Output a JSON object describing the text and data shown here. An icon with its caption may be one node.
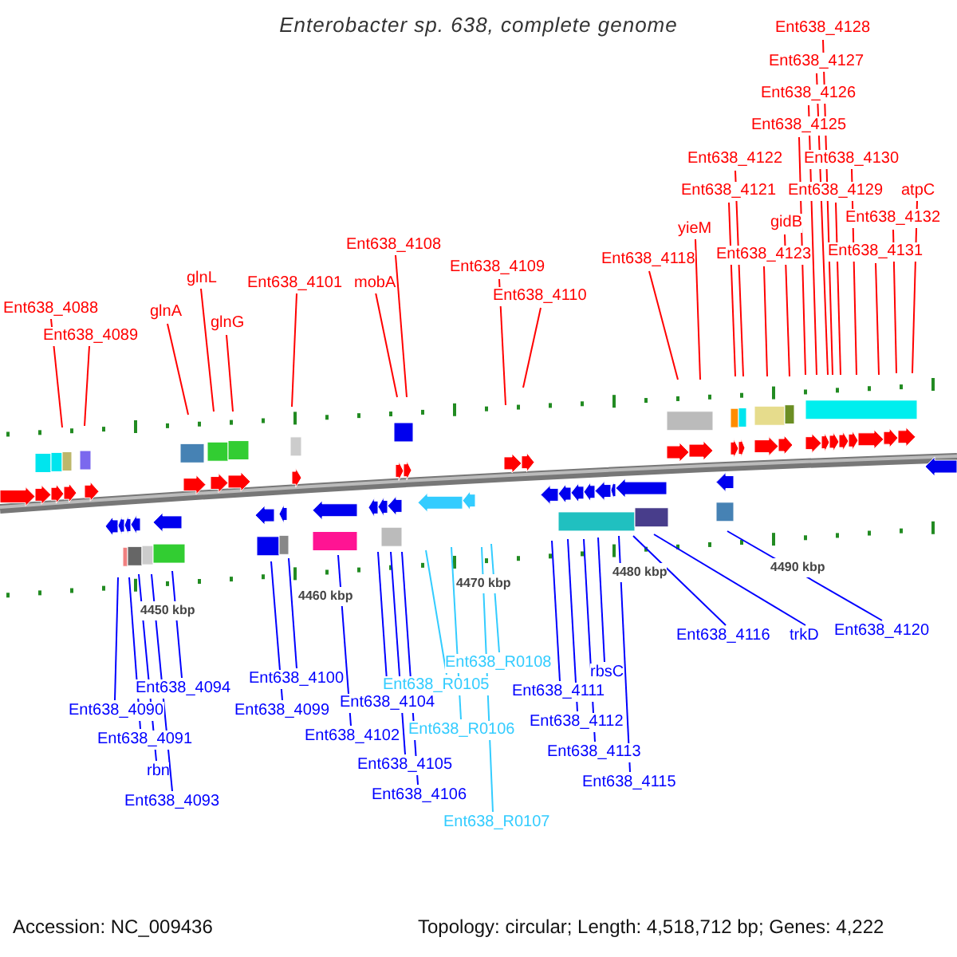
{
  "diagram": {
    "title": "Enterobacter sp. 638, complete genome",
    "nodes": [
      {
        "text": [
          "Ent638_4088"
        ]
      },
      {
        "text": [
          "Ent638_4089"
        ]
      },
      {
        "text": [
          "glnA"
        ]
      },
      {
        "text": [
          "glnL"
        ]
      },
      {
        "text": [
          "glnG"
        ]
      },
      {
        "text": [
          "Ent638_4101"
        ]
      },
      {
        "text": [
          "mobA"
        ]
      },
      {
        "text": [
          "Ent638_4108"
        ]
      },
      {
        "text": [
          "Ent638_4109"
        ]
      },
      {
        "text": [
          "Ent638_4110"
        ]
      },
      {
        "text": [
          "Ent638_4118"
        ]
      },
      {
        "text": [
          "yieM"
        ]
      },
      {
        "text": [
          "Ent638_4121"
        ]
      },
      {
        "text": [
          "Ent638_4122"
        ]
      },
      {
        "text": [
          "Ent638_4123"
        ]
      },
      {
        "text": [
          "gidB"
        ]
      },
      {
        "text": [
          "Ent638_4125"
        ]
      },
      {
        "text": [
          "Ent638_4126"
        ]
      },
      {
        "text": [
          "Ent638_4127"
        ]
      },
      {
        "text": [
          "Ent638_4128"
        ]
      },
      {
        "text": [
          "Ent638_4129"
        ]
      },
      {
        "text": [
          "Ent638_4130"
        ]
      },
      {
        "text": [
          "Ent638_4131"
        ]
      },
      {
        "text": [
          "Ent638_4132"
        ]
      },
      {
        "text": [
          "atpC"
        ]
      },
      {
        "text": [
          "Ent638_4090"
        ]
      },
      {
        "text": [
          "Ent638_4091"
        ]
      },
      {
        "text": [
          "rbn"
        ]
      },
      {
        "text": [
          "Ent638_4093"
        ]
      },
      {
        "text": [
          "Ent638_4094"
        ]
      },
      {
        "text": [
          "Ent638_4099"
        ]
      },
      {
        "text": [
          "Ent638_4100"
        ]
      },
      {
        "text": [
          "Ent638_4102"
        ]
      },
      {
        "text": [
          "Ent638_4104"
        ]
      },
      {
        "text": [
          "Ent638_4105"
        ]
      },
      {
        "text": [
          "Ent638_4106"
        ]
      },
      {
        "text": [
          "Ent638_R0105"
        ]
      },
      {
        "text": [
          "Ent638_R0106"
        ]
      },
      {
        "text": [
          "Ent638_R0107"
        ]
      },
      {
        "text": [
          "Ent638_R0108"
        ]
      },
      {
        "text": [
          "Ent638_4111"
        ]
      },
      {
        "text": [
          "Ent638_4112"
        ]
      },
      {
        "text": [
          "rbsC"
        ]
      },
      {
        "text": [
          "Ent638_4113"
        ]
      },
      {
        "text": [
          "Ent638_4115"
        ]
      },
      {
        "text": [
          "Ent638_4116"
        ]
      },
      {
        "text": [
          "trkD"
        ]
      },
      {
        "text": [
          "Ent638_4120"
        ]
      }
    ],
    "edges": [
      {
        "from": 0,
        "to": null,
        "arrow": "none"
      },
      {
        "from": 1,
        "to": null,
        "arrow": "none"
      },
      {
        "from": 2,
        "to": null,
        "arrow": "none"
      },
      {
        "from": 3,
        "to": null,
        "arrow": "none"
      },
      {
        "from": 4,
        "to": null,
        "arrow": "none"
      },
      {
        "from": 5,
        "to": null,
        "arrow": "none"
      },
      {
        "from": 6,
        "to": null,
        "arrow": "none"
      },
      {
        "from": 7,
        "to": null,
        "arrow": "none"
      },
      {
        "from": 8,
        "to": null,
        "arrow": "none"
      },
      {
        "from": 9,
        "to": null,
        "arrow": "none"
      },
      {
        "from": 10,
        "to": null,
        "arrow": "none"
      },
      {
        "from": 11,
        "to": null,
        "arrow": "none"
      },
      {
        "from": 12,
        "to": null,
        "arrow": "none"
      },
      {
        "from": 13,
        "to": null,
        "arrow": "none"
      },
      {
        "from": 14,
        "to": null,
        "arrow": "none"
      },
      {
        "from": 15,
        "to": null,
        "arrow": "none"
      },
      {
        "from": 16,
        "to": null,
        "arrow": "none"
      },
      {
        "from": 17,
        "to": null,
        "arrow": "none"
      },
      {
        "from": 18,
        "to": null,
        "arrow": "none"
      },
      {
        "from": 19,
        "to": null,
        "arrow": "none"
      },
      {
        "from": 20,
        "to": null,
        "arrow": "none"
      },
      {
        "from": 21,
        "to": null,
        "arrow": "none"
      },
      {
        "from": 22,
        "to": null,
        "arrow": "none"
      },
      {
        "from": 23,
        "to": null,
        "arrow": "none"
      },
      {
        "from": 24,
        "to": null,
        "arrow": "none"
      },
      {
        "from": 25,
        "to": null,
        "arrow": "none",
        "color": "#0000ff"
      },
      {
        "from": 26,
        "to": null,
        "arrow": "none",
        "color": "#0000ff"
      },
      {
        "from": 27,
        "to": null,
        "arrow": "none",
        "color": "#0000ff"
      },
      {
        "from": 28,
        "to": null,
        "arrow": "none",
        "color": "#0000ff"
      },
      {
        "from": 29,
        "to": null,
        "arrow": "none",
        "color": "#0000ff"
      },
      {
        "from": 30,
        "to": null,
        "arrow": "none",
        "color": "#0000ff"
      },
      {
        "from": 31,
        "to": null,
        "arrow": "none",
        "color": "#0000ff"
      },
      {
        "from": 32,
        "to": null,
        "arrow": "none",
        "color": "#0000ff"
      },
      {
        "from": 33,
        "to": null,
        "arrow": "none",
        "color": "#0000ff"
      },
      {
        "from": 34,
        "to": null,
        "arrow": "none",
        "color": "#0000ff"
      },
      {
        "from": 35,
        "to": null,
        "arrow": "none",
        "color": "#0000ff"
      },
      {
        "from": 36,
        "to": null,
        "arrow": "none",
        "color": "#33ccff"
      },
      {
        "from": 37,
        "to": null,
        "arrow": "none",
        "color": "#33ccff"
      },
      {
        "from": 38,
        "to": null,
        "arrow": "none",
        "color": "#33ccff"
      },
      {
        "from": 39,
        "to": null,
        "arrow": "none",
        "color": "#33ccff"
      },
      {
        "from": 40,
        "to": null,
        "arrow": "none",
        "color": "#0000ff"
      },
      {
        "from": 41,
        "to": null,
        "arrow": "none",
        "color": "#0000ff"
      },
      {
        "from": 42,
        "to": null,
        "arrow": "none",
        "color": "#0000ff"
      },
      {
        "from": 43,
        "to": null,
        "arrow": "none",
        "color": "#0000ff"
      },
      {
        "from": 44,
        "to": null,
        "arrow": "none",
        "color": "#0000ff"
      },
      {
        "from": 45,
        "to": null,
        "arrow": "none",
        "color": "#0000ff"
      },
      {
        "from": 46,
        "to": null,
        "arrow": "none",
        "color": "#0000ff"
      },
      {
        "from": 47,
        "to": null,
        "arrow": "none",
        "color": "#0000ff"
      }
    ],
    "labels": [
      "4450 kbp",
      "4460 kbp",
      "4470 kbp",
      "4480 kbp",
      "4490 kbp",
      "Accession: NC_009436",
      "Topology: circular; Length: 4,518,712 bp; Genes: 4,222"
    ]
  }
}
